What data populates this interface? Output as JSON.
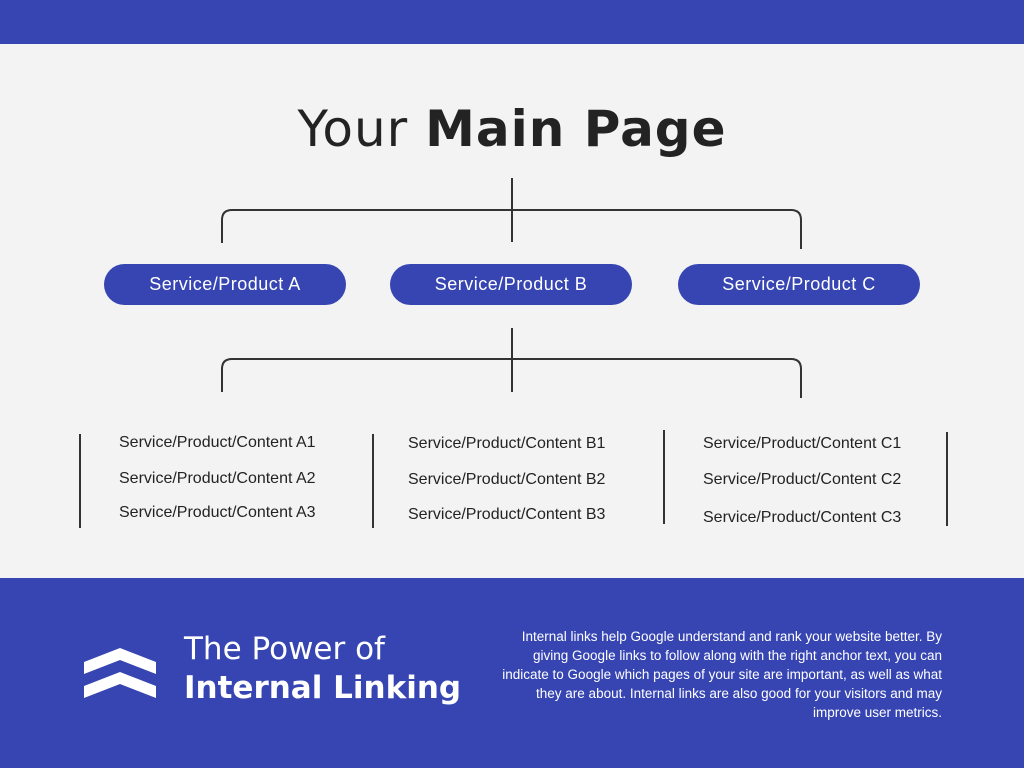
{
  "title": {
    "light": "Your ",
    "bold": "Main Page"
  },
  "services": [
    {
      "label": "Service/Product A"
    },
    {
      "label": "Service/Product B"
    },
    {
      "label": "Service/Product C"
    }
  ],
  "content_columns": [
    {
      "items": [
        "Service/Product/Content A1",
        "Service/Product/Content A2",
        "Service/Product/Content A3"
      ]
    },
    {
      "items": [
        "Service/Product/Content B1",
        "Service/Product/Content B2",
        "Service/Product/Content B3"
      ]
    },
    {
      "items": [
        "Service/Product/Content C1",
        "Service/Product/Content C2",
        "Service/Product/Content C3"
      ]
    }
  ],
  "footer": {
    "heading_line1": "The Power of",
    "heading_line2": "Internal Linking",
    "description": "Internal links help Google understand and rank your website better. By giving Google links to follow along with the right anchor text, you can indicate to Google which pages of your site are important, as well as what they are about. Internal links are also good for your visitors and may improve user metrics.",
    "logo_icon": "double-chevron-up-icon"
  },
  "colors": {
    "brand": "#3645b2",
    "background": "#f3f3f4",
    "text": "#232323"
  }
}
